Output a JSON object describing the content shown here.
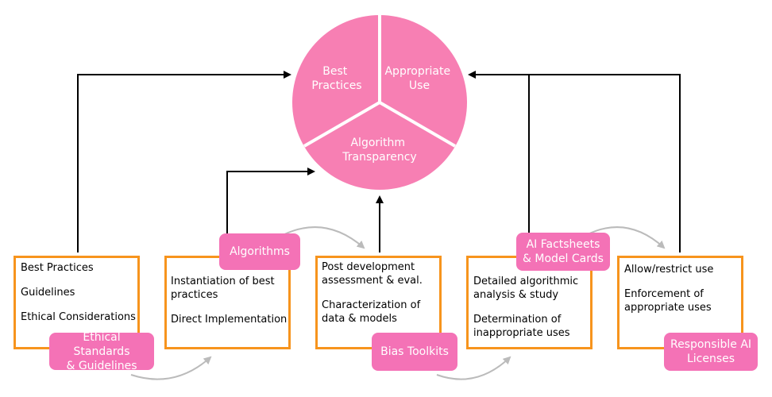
{
  "pie": {
    "segments": [
      {
        "label_lines": [
          "Best",
          "Practices"
        ]
      },
      {
        "label_lines": [
          "Appropriate",
          "Use"
        ]
      },
      {
        "label_lines": [
          "Algorithm",
          "Transparency"
        ]
      }
    ],
    "color": "#f77fb3"
  },
  "stages": [
    {
      "items": [
        "Best Practices",
        "Guidelines",
        "Ethical Considerations"
      ],
      "tag": [
        "Ethical Standards",
        "& Guidelines"
      ]
    },
    {
      "items": [
        "Instantiation of best practices",
        "Direct Implementation"
      ],
      "tag": [
        "Algorithms"
      ]
    },
    {
      "items": [
        "Post development assessment & eval.",
        "Characterization of data & models"
      ],
      "tag": [
        "Bias Toolkits"
      ]
    },
    {
      "items": [
        "Detailed algorithmic analysis & study",
        "Determination of inappropriate uses"
      ],
      "tag": [
        "AI Factsheets",
        "& Model Cards"
      ]
    },
    {
      "items": [
        "Allow/restrict use",
        "Enforcement of appropriate uses"
      ],
      "tag": [
        "Responsible AI",
        "Licenses"
      ]
    }
  ],
  "colors": {
    "box_border": "#f7941d",
    "tag_fill": "#f472b6",
    "arrow": "#000000",
    "flow_arrow": "#bbbbbb"
  }
}
